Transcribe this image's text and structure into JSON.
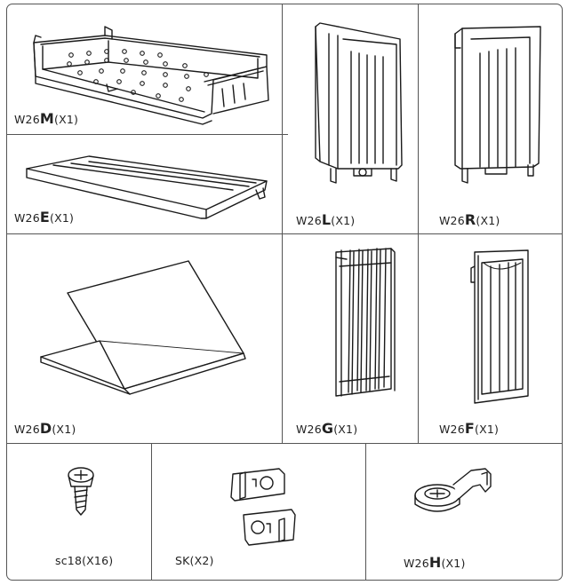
{
  "parts": [
    {
      "id": "M",
      "prefix": "W26",
      "letter": "M",
      "qty": "(X1)"
    },
    {
      "id": "E",
      "prefix": "W26",
      "letter": "E",
      "qty": "(X1)"
    },
    {
      "id": "L",
      "prefix": "W26",
      "letter": "L",
      "qty": "(X1)"
    },
    {
      "id": "R",
      "prefix": "W26",
      "letter": "R",
      "qty": "(X1)"
    },
    {
      "id": "D",
      "prefix": "W26",
      "letter": "D",
      "qty": "(X1)"
    },
    {
      "id": "G",
      "prefix": "W26",
      "letter": "G",
      "qty": "(X1)"
    },
    {
      "id": "F",
      "prefix": "W26",
      "letter": "F",
      "qty": "(X1)"
    },
    {
      "id": "sc18",
      "prefix": "sc18",
      "letter": "",
      "qty": "(X16)"
    },
    {
      "id": "SK",
      "prefix": "SK",
      "letter": "",
      "qty": "(X2)"
    },
    {
      "id": "H",
      "prefix": "W26",
      "letter": "H",
      "qty": "(X1)"
    }
  ],
  "colors": {
    "line": "#555555",
    "ink": "#1a1a1a",
    "fill": "#ffffff"
  }
}
